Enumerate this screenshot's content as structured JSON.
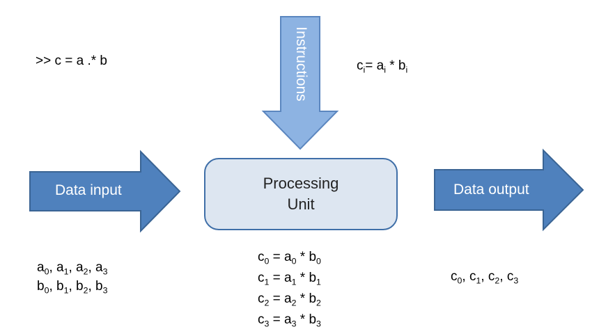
{
  "command": ">> c = a .* b",
  "formula": {
    "c": "c",
    "i": "i",
    "eq": "= ",
    "a": "a",
    "mul": " * ",
    "b": "b"
  },
  "instructions_label": "Instructions",
  "data_input_label": "Data input",
  "data_output_label": "Data output",
  "processing_unit": {
    "line1": "Processing",
    "line2": "Unit"
  },
  "input_rows": [
    {
      "var": "a",
      "subs": [
        "0",
        "1",
        "2",
        "3"
      ]
    },
    {
      "var": "b",
      "subs": [
        "0",
        "1",
        "2",
        "3"
      ]
    }
  ],
  "equations": [
    {
      "c": "c",
      "a": "a",
      "b": "b",
      "i": "0",
      "eq": " = ",
      "mul": " * "
    },
    {
      "c": "c",
      "a": "a",
      "b": "b",
      "i": "1",
      "eq": " = ",
      "mul": " * "
    },
    {
      "c": "c",
      "a": "a",
      "b": "b",
      "i": "2",
      "eq": " = ",
      "mul": " * "
    },
    {
      "c": "c",
      "a": "a",
      "b": "b",
      "i": "3",
      "eq": " = ",
      "mul": " * "
    }
  ],
  "output_row": {
    "var": "c",
    "subs": [
      "0",
      "1",
      "2",
      "3"
    ]
  },
  "colors": {
    "arrow_fill": "#4f81bd",
    "arrow_stroke": "#3a6494",
    "instr_fill": "#8db3e2",
    "box_fill": "#dde6f1",
    "box_stroke": "#3f6fa8"
  }
}
